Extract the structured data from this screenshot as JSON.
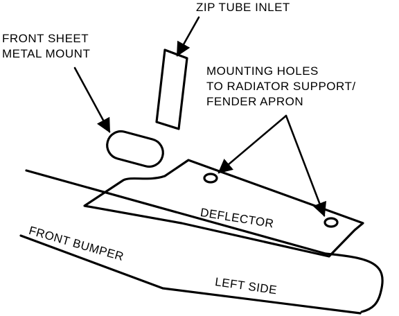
{
  "labels": {
    "zip_tube_inlet": "ZIP TUBE INLET",
    "front_sheet_metal_mount": [
      "FRONT SHEET",
      "METAL MOUNT"
    ],
    "mounting_holes": [
      "MOUNTING HOLES",
      "TO RADIATOR SUPPORT/",
      "FENDER APRON"
    ],
    "deflector": "DEFLECTOR",
    "front_bumper": "FRONT BUMPER",
    "left_side": "LEFT SIDE"
  },
  "colors": {
    "ink": "#000000",
    "background": "#ffffff"
  }
}
